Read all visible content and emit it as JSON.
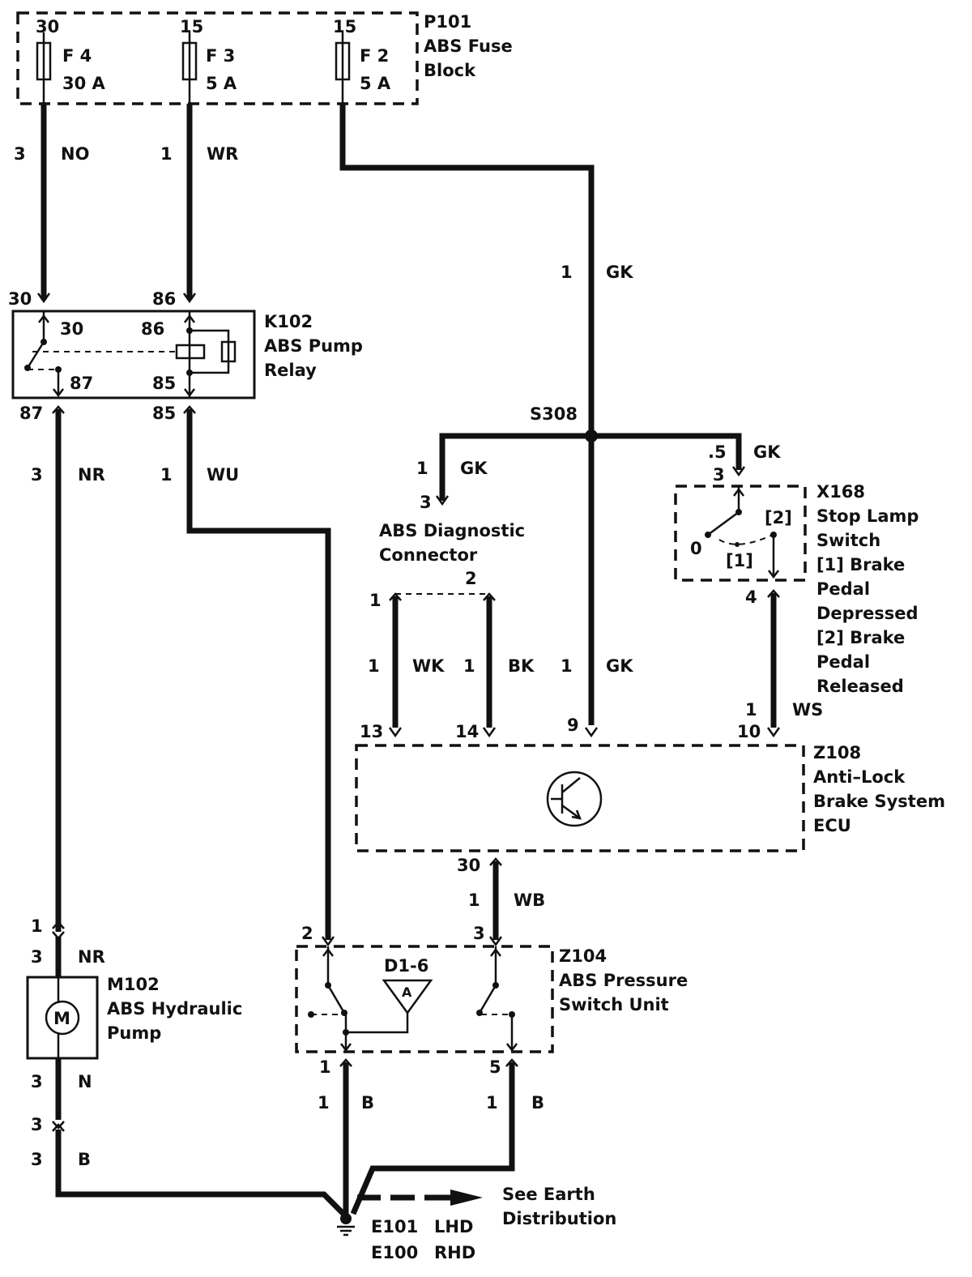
{
  "fuse_block": {
    "id": "P101",
    "name_line1": "ABS Fuse",
    "name_line2": "Block",
    "f4": {
      "terminal": "30",
      "name": "F 4",
      "rating": "30 A"
    },
    "f3": {
      "terminal": "15",
      "name": "F 3",
      "rating": "5 A"
    },
    "f2": {
      "terminal": "15",
      "name": "F 2",
      "rating": "5 A"
    }
  },
  "relay": {
    "id": "K102",
    "name_line1": "ABS Pump",
    "name_line2": "Relay",
    "pin_30": "30",
    "pin_86": "86",
    "pin_87": "87",
    "pin_85": "85"
  },
  "splice": {
    "id": "S308"
  },
  "diag_connector": {
    "name_line1": "ABS Diagnostic",
    "name_line2": "Connector",
    "pin_1": "1",
    "pin_2": "2",
    "pin_3": "3"
  },
  "stop_switch": {
    "id": "X168",
    "name_line1": "Stop Lamp",
    "name_line2": "Switch",
    "note_line1": "[1] Brake",
    "note_line2": "Pedal",
    "note_line3": "Depressed",
    "note_line4": "[2] Brake",
    "note_line5": "Pedal",
    "note_line6": "Released",
    "pin_3": "3",
    "pin_4": "4",
    "pos_0": "0",
    "pos_1": "[1]",
    "pos_2": "[2]"
  },
  "ecu": {
    "id": "Z108",
    "name_line1": "Anti–Lock",
    "name_line2": "Brake System",
    "name_line3": "ECU",
    "pin_13": "13",
    "pin_14": "14",
    "pin_9": "9",
    "pin_10": "10",
    "pin_30": "30"
  },
  "pressure_switch": {
    "id": "Z104",
    "name_line1": "ABS Pressure",
    "name_line2": "Switch Unit",
    "diode_label": "D1-6",
    "diode_letter": "A",
    "pin_1": "1",
    "pin_2": "2",
    "pin_3": "3",
    "pin_5": "5"
  },
  "pump": {
    "id": "M102",
    "name_line1": "ABS Hydraulic",
    "name_line2": "Pump",
    "motor_letter": "M",
    "conn_pin_1": "1",
    "conn_pin_3": "3"
  },
  "earth": {
    "note_line1": "See Earth",
    "note_line2": "Distribution",
    "lhd_id": "E101",
    "lhd_label": "LHD",
    "rhd_id": "E100",
    "rhd_label": "RHD"
  },
  "wires": {
    "no": {
      "size": "3",
      "color": "NO"
    },
    "wr": {
      "size": "1",
      "color": "WR"
    },
    "gk_main": {
      "size": "1",
      "color": "GK"
    },
    "gk_ecu": {
      "size": "1",
      "color": "GK"
    },
    "gk_diag": {
      "size": "1",
      "color": "GK"
    },
    "gk_stop": {
      "size": ".5",
      "color": "GK"
    },
    "nr": {
      "size": "3",
      "color": "NR"
    },
    "wu": {
      "size": "1",
      "color": "WU"
    },
    "wk": {
      "size": "1",
      "color": "WK"
    },
    "bk": {
      "size": "1",
      "color": "BK"
    },
    "ws": {
      "size": "1",
      "color": "WS"
    },
    "wb": {
      "size": "1",
      "color": "WB"
    },
    "nr_pump": {
      "size": "3",
      "color": "NR"
    },
    "n": {
      "size": "3",
      "color": "N"
    },
    "b_pump": {
      "size": "3",
      "color": "B"
    },
    "b_psu1": {
      "size": "1",
      "color": "B"
    },
    "b_psu5": {
      "size": "1",
      "color": "B"
    }
  }
}
